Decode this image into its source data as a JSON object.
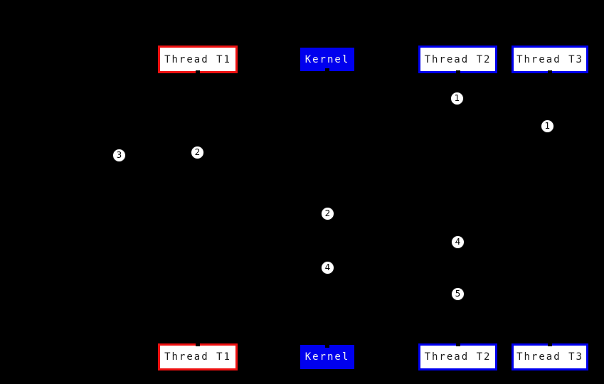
{
  "diagram": {
    "type": "sequence-diagram",
    "background": "#000000",
    "colors": {
      "thread_t1_border": "#ee1111",
      "thread_t2_border": "#0000ee",
      "thread_t3_border": "#0000ee",
      "kernel_fill": "#0000ee",
      "box_fill": "#ffffff",
      "box_text": "#1c1c1c",
      "kernel_text": "#f2f2f2",
      "step_circle_fill": "#ffffff",
      "step_circle_text": "#000000"
    },
    "entities": [
      {
        "label": "Thread T1"
      },
      {
        "label": "Kernel"
      },
      {
        "label": "Thread T2"
      },
      {
        "label": "Thread T3"
      }
    ],
    "steps": [
      {
        "n": "1"
      },
      {
        "n": "1"
      },
      {
        "n": "3"
      },
      {
        "n": "2"
      },
      {
        "n": "2"
      },
      {
        "n": "4"
      },
      {
        "n": "4"
      },
      {
        "n": "5"
      }
    ]
  }
}
